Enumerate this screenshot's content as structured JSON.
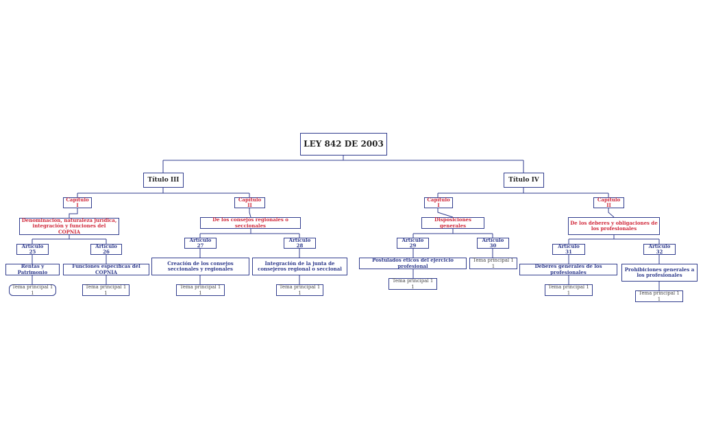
{
  "root": "LEY 842 DE 2003",
  "titulo_iii": {
    "label": "Título III",
    "cap_i": {
      "label": "Capítulo I",
      "topic": "Denominación, naturaleza jurídica, integración y funciones del COPNIA",
      "art_25": {
        "label": "Artículo 25",
        "topic": "Rentas y Patrimonio",
        "tema": "Tema principal 1 1"
      },
      "art_26": {
        "label": "Artículo 26",
        "topic": "Funciones específicas del COPNIA",
        "tema": "Tema principal 1 1"
      }
    },
    "cap_ii": {
      "label": "Capítulo II",
      "topic": "De los consejos regionales o seccionales",
      "art_27": {
        "label": "Artículo 27",
        "topic": "Creación de los consejos seccionales y regionales",
        "tema": "Tema principal 1 1"
      },
      "art_28": {
        "label": "Artículo 28",
        "topic": "Integración de la junta de consejeros regional o seccional",
        "tema": "Tema principal 1 1"
      }
    }
  },
  "titulo_iv": {
    "label": "Título IV",
    "cap_i": {
      "label": "Capítulo I",
      "topic": "Disposiciones generales",
      "art_29": {
        "label": "Artículo 29",
        "topic": "Postulados éticos del ejercicio profesional",
        "tema": "Tema principal 1 1"
      },
      "art_30": {
        "label": "Artículo 30",
        "tema": "Tema principal 1 1"
      }
    },
    "cap_ii": {
      "label": "Capítulo II",
      "topic": "De los deberes y obligaciones de los profesionales",
      "art_31": {
        "label": "Artículo 31",
        "topic": "Deberes generales de los profesionales",
        "tema": "Tema principal 1 1"
      },
      "art_32": {
        "label": "Artículo 32",
        "topic": "Prohibiciones generales a los profesionales",
        "tema": "Tema principal 1 1"
      }
    }
  },
  "colors": {
    "line": "#2e3a8c",
    "chapter_text": "#d0283a",
    "article_text": "#2e3a8c"
  }
}
